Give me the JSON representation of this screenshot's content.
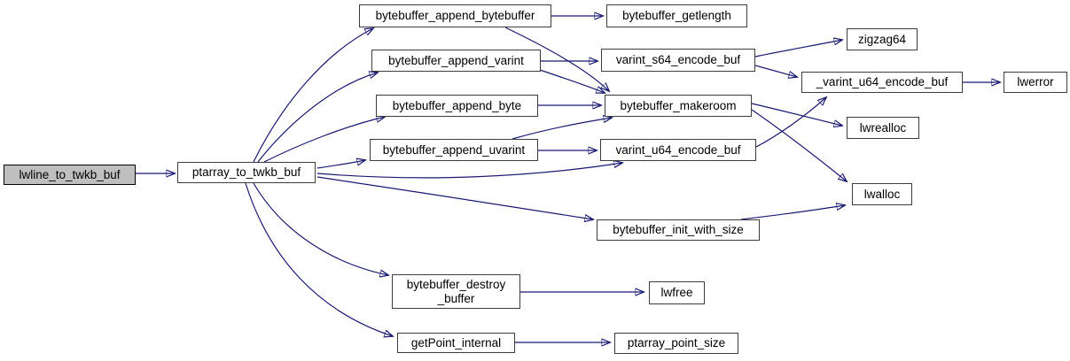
{
  "graph": {
    "kind": "doxygen-call-graph",
    "colors": {
      "edge": "#191970",
      "node_fill": "#ffffff",
      "node_border": "#3d3d3d",
      "highlight_fill": "#bfbfbf",
      "highlight_border": "#000000",
      "background": "#ffffff"
    },
    "nodes": [
      {
        "id": "lwline_to_twkb_buf",
        "label": "lwline_to_twkb_buf",
        "highlighted": true
      },
      {
        "id": "ptarray_to_twkb_buf",
        "label": "ptarray_to_twkb_buf",
        "highlighted": false
      },
      {
        "id": "bytebuffer_append_bytebuffer",
        "label": "bytebuffer_append_bytebuffer",
        "highlighted": false
      },
      {
        "id": "bytebuffer_getlength",
        "label": "bytebuffer_getlength",
        "highlighted": false
      },
      {
        "id": "bytebuffer_append_varint",
        "label": "bytebuffer_append_varint",
        "highlighted": false
      },
      {
        "id": "varint_s64_encode_buf",
        "label": "varint_s64_encode_buf",
        "highlighted": false
      },
      {
        "id": "zigzag64",
        "label": "zigzag64",
        "highlighted": false
      },
      {
        "id": "_varint_u64_encode_buf",
        "label": "_varint_u64_encode_buf",
        "highlighted": false
      },
      {
        "id": "lwerror",
        "label": "lwerror",
        "highlighted": false
      },
      {
        "id": "bytebuffer_append_byte",
        "label": "bytebuffer_append_byte",
        "highlighted": false
      },
      {
        "id": "bytebuffer_makeroom",
        "label": "bytebuffer_makeroom",
        "highlighted": false
      },
      {
        "id": "lwrealloc",
        "label": "lwrealloc",
        "highlighted": false
      },
      {
        "id": "bytebuffer_append_uvarint",
        "label": "bytebuffer_append_uvarint",
        "highlighted": false
      },
      {
        "id": "varint_u64_encode_buf",
        "label": "varint_u64_encode_buf",
        "highlighted": false
      },
      {
        "id": "lwalloc",
        "label": "lwalloc",
        "highlighted": false
      },
      {
        "id": "bytebuffer_init_with_size",
        "label": "bytebuffer_init_with_size",
        "highlighted": false
      },
      {
        "id": "bytebuffer_destroy_buffer",
        "label": "bytebuffer_destroy\n_buffer",
        "highlighted": false
      },
      {
        "id": "lwfree",
        "label": "lwfree",
        "highlighted": false
      },
      {
        "id": "getPoint_internal",
        "label": "getPoint_internal",
        "highlighted": false
      },
      {
        "id": "ptarray_point_size",
        "label": "ptarray_point_size",
        "highlighted": false
      }
    ],
    "edges": [
      {
        "from": "lwline_to_twkb_buf",
        "to": "ptarray_to_twkb_buf"
      },
      {
        "from": "ptarray_to_twkb_buf",
        "to": "bytebuffer_append_bytebuffer"
      },
      {
        "from": "ptarray_to_twkb_buf",
        "to": "bytebuffer_append_varint"
      },
      {
        "from": "ptarray_to_twkb_buf",
        "to": "bytebuffer_append_byte"
      },
      {
        "from": "ptarray_to_twkb_buf",
        "to": "bytebuffer_append_uvarint"
      },
      {
        "from": "ptarray_to_twkb_buf",
        "to": "varint_u64_encode_buf"
      },
      {
        "from": "ptarray_to_twkb_buf",
        "to": "bytebuffer_init_with_size"
      },
      {
        "from": "ptarray_to_twkb_buf",
        "to": "bytebuffer_destroy_buffer"
      },
      {
        "from": "ptarray_to_twkb_buf",
        "to": "getPoint_internal"
      },
      {
        "from": "bytebuffer_append_bytebuffer",
        "to": "bytebuffer_getlength"
      },
      {
        "from": "bytebuffer_append_bytebuffer",
        "to": "bytebuffer_makeroom"
      },
      {
        "from": "bytebuffer_append_varint",
        "to": "varint_s64_encode_buf"
      },
      {
        "from": "bytebuffer_append_varint",
        "to": "bytebuffer_makeroom"
      },
      {
        "from": "bytebuffer_append_byte",
        "to": "bytebuffer_makeroom"
      },
      {
        "from": "bytebuffer_append_uvarint",
        "to": "varint_u64_encode_buf"
      },
      {
        "from": "bytebuffer_append_uvarint",
        "to": "bytebuffer_makeroom"
      },
      {
        "from": "varint_s64_encode_buf",
        "to": "zigzag64"
      },
      {
        "from": "varint_s64_encode_buf",
        "to": "_varint_u64_encode_buf"
      },
      {
        "from": "_varint_u64_encode_buf",
        "to": "lwerror"
      },
      {
        "from": "bytebuffer_makeroom",
        "to": "lwrealloc"
      },
      {
        "from": "bytebuffer_makeroom",
        "to": "lwalloc"
      },
      {
        "from": "varint_u64_encode_buf",
        "to": "_varint_u64_encode_buf"
      },
      {
        "from": "bytebuffer_init_with_size",
        "to": "lwalloc"
      },
      {
        "from": "bytebuffer_destroy_buffer",
        "to": "lwfree"
      },
      {
        "from": "getPoint_internal",
        "to": "ptarray_point_size"
      }
    ]
  }
}
